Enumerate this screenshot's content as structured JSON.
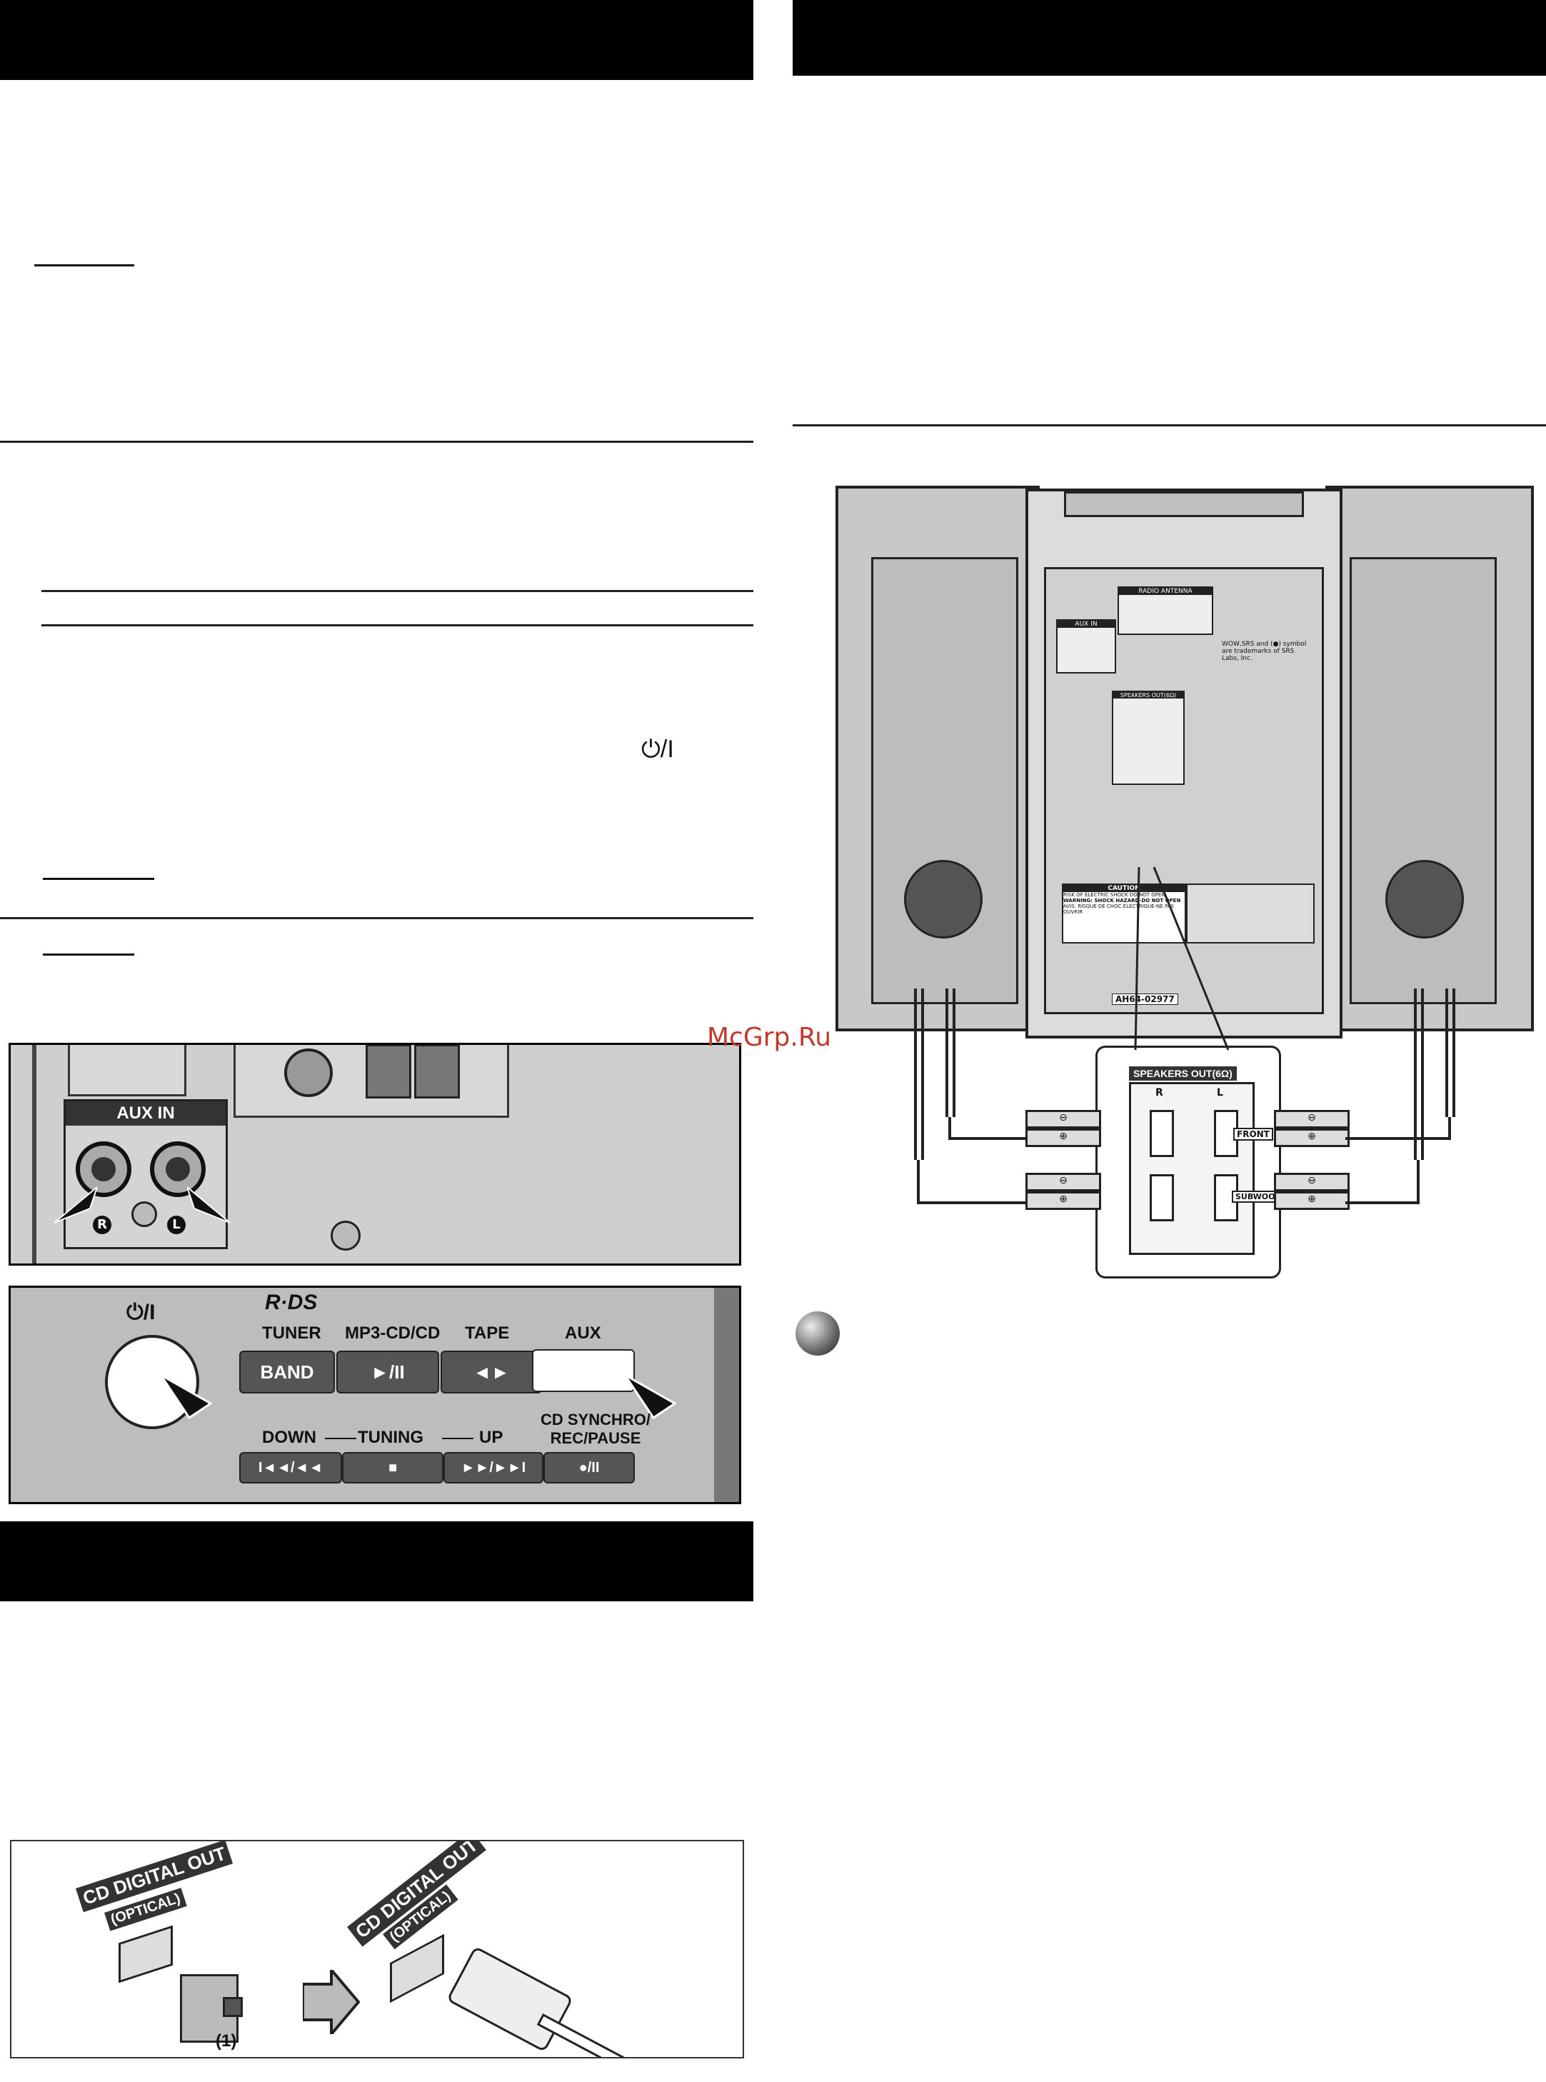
{
  "watermark": "McGrp.Ru",
  "power_symbol": "⏻/I",
  "aux_panel": {
    "title": "AUX IN",
    "right_label": "R",
    "left_label": "L"
  },
  "front_panel": {
    "logo": "R·DS",
    "power_label": "⏻/I",
    "top_labels": [
      "TUNER",
      "MP3-CD/CD",
      "TAPE",
      "AUX"
    ],
    "top_buttons": [
      "BAND",
      "►/II",
      "◄►",
      ""
    ],
    "tuning_labels": {
      "down": "DOWN",
      "tuning": "TUNING",
      "up": "UP"
    },
    "cd_synchro": "CD SYNCHRO/\nREC/PAUSE",
    "bottom_buttons": [
      "I◄◄/◄◄",
      "■",
      "►►/►►I",
      "●/II"
    ]
  },
  "optical": {
    "port_label": "CD DIGITAL OUT",
    "port_sub": "(OPTICAL)",
    "callout": "(1)"
  },
  "rear_panel": {
    "radio_antenna": "RADIO ANTENNA",
    "aux_in": "AUX IN",
    "speakers_out_small": "SPEAKERS OUT(6Ω)",
    "trademark": "WOW,SRS and (●) symbol are trademarks of SRS Labs, Inc.",
    "caution_title": "CAUTION",
    "caution_sub": "RISK OF ELECTRIC SHOCK DO NOT OPEN",
    "warning": "WARNING: SHOCK HAZARD-DO NOT OPEN",
    "avis": "AVIS: RISQUE DE CHOC ELECTRIQUE-NE PAS OUVRIR",
    "model": "AH64-02977"
  },
  "speaker_callout": {
    "title": "SPEAKERS OUT(6Ω)",
    "r": "R",
    "l": "L",
    "front": "FRONT",
    "subwoofer": "SUBWOOFER",
    "minus": "⊖",
    "plus": "⊕"
  }
}
